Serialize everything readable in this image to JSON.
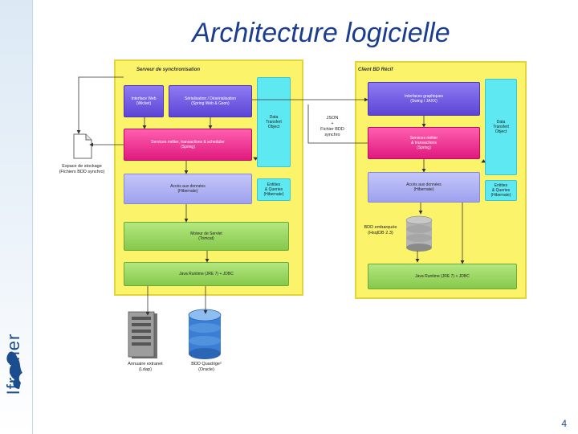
{
  "slide": {
    "title": "Architecture logicielle",
    "page_number": "4",
    "brand": "Ifremer"
  },
  "left_panel": {
    "title": "Serveur de synchronisation",
    "interface_web": "Interface Web\n(Wicket)",
    "serialisation": "Sérialisation / Désérialisation\n(Spring Web & Gson)",
    "services": "Services métier, transactions & scheduler\n(Spring)",
    "acces": "Accès aux données\n(Hibernate)",
    "moteur": "Moteur de Servlet\n(Tomcat)",
    "java": "Java Runtime (JRE 7) + JDBC",
    "dto": "Data\nTransfert\nObject",
    "entities": "Entities\n& Queries\n(Hibernate)"
  },
  "right_panel": {
    "title": "Client BD Récif",
    "interfaces": "Interfaces graphiques\n(Swing / JAXX)",
    "services": "Services métier\n& transactions\n(Spring)",
    "acces": "Accès aux données\n(Hibernate)",
    "java": "Java Runtime (JRE 7) + JDBC",
    "dto": "Data\nTransfert\nObject",
    "entities": "Entities\n& Queries\n(Hibernate)",
    "bdd": "BDD embarquée\n(HsqlDB 2.3)"
  },
  "external": {
    "espace": "Espace de stockage\n(Fichiers BDD synchro)",
    "json": "JSON\n+\nFichier BDD\nsynchro",
    "annuaire": "Annuaire extranet\n(Ldap)",
    "bdd_quadrige": "BDD Quadrige²\n(Oracle)"
  }
}
